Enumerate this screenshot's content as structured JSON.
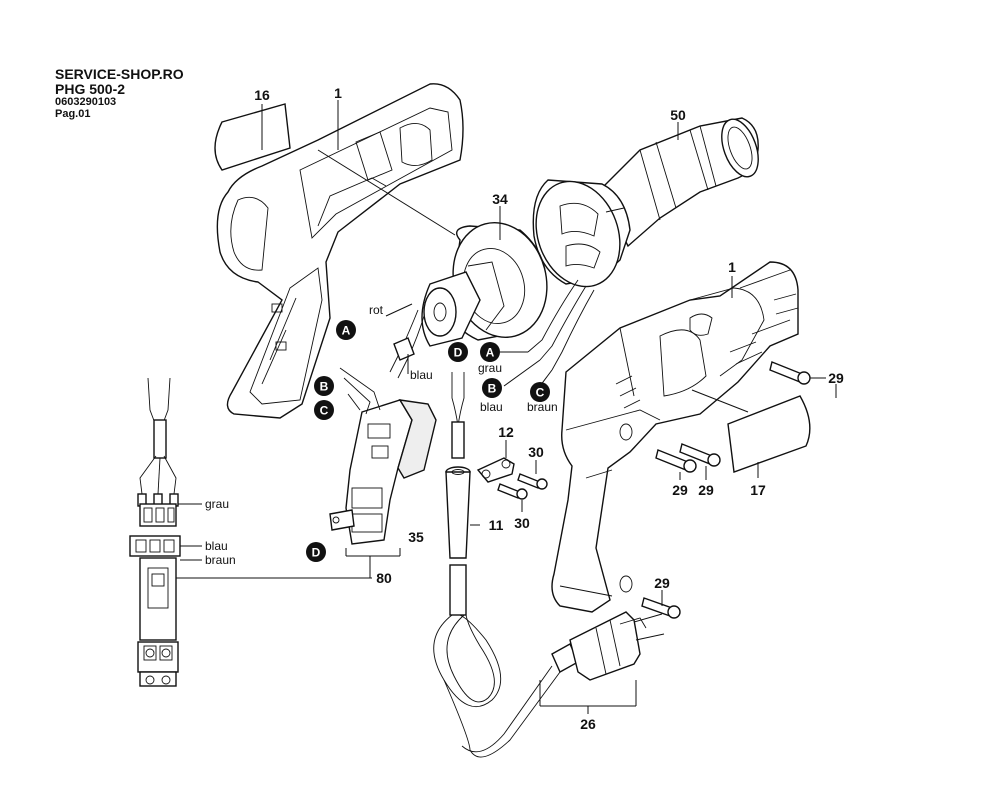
{
  "header": {
    "shop": "SERVICE-SHOP.RO",
    "model": "PHG 500-2",
    "code": "0603290103",
    "page": "Pag.01"
  },
  "parts": {
    "p16": "16",
    "p1a": "1",
    "p50": "50",
    "p34": "34",
    "p1b": "1",
    "p29a": "29",
    "p12": "12",
    "p30a": "30",
    "p30b": "30",
    "p29b": "29",
    "p29c": "29",
    "p17": "17",
    "p11": "11",
    "p35": "35",
    "p80": "80",
    "p29d": "29",
    "p26": "26"
  },
  "wires": {
    "rot": "rot",
    "blau1": "blau",
    "grau1": "grau",
    "blau2": "blau",
    "braun1": "braun",
    "grau2": "grau",
    "blau3": "blau",
    "braun2": "braun"
  },
  "markers": {
    "a1": "A",
    "b1": "B",
    "c1": "C",
    "d1": "D",
    "a2": "A",
    "b2": "B",
    "c2": "C",
    "d2": "D"
  }
}
